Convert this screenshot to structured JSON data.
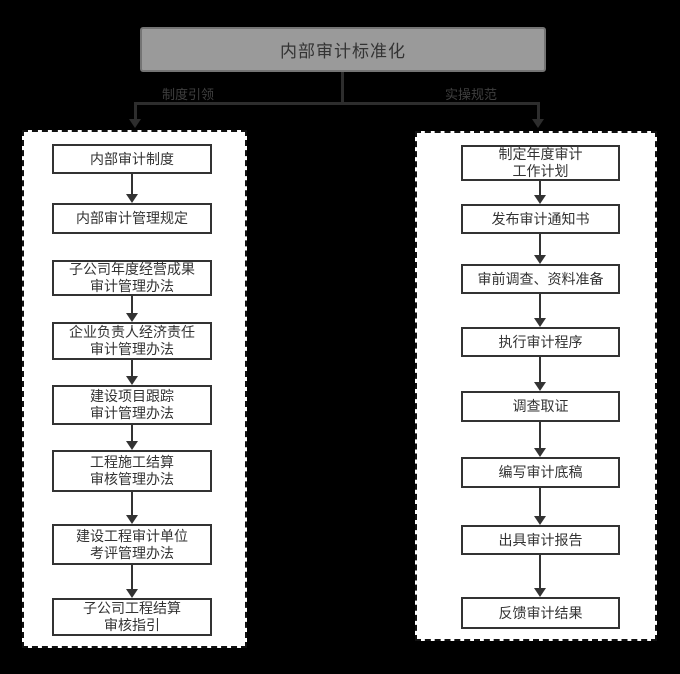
{
  "title": {
    "label": "内部审计标准化"
  },
  "branches": {
    "left_label": "制度引领",
    "right_label": "实操规范"
  },
  "left_column": {
    "boxes": [
      "内部审计制度",
      "内部审计管理规定",
      "子公司年度经营成果\n审计管理办法",
      "企业负责人经济责任\n审计管理办法",
      "建设项目跟踪\n审计管理办法",
      "工程施工结算\n审核管理办法",
      "建设工程审计单位\n考评管理办法",
      "子公司工程结算\n审核指引"
    ]
  },
  "right_column": {
    "boxes": [
      "制定年度审计\n工作计划",
      "发布审计通知书",
      "审前调查、资料准备",
      "执行审计程序",
      "调查取证",
      "编写审计底稿",
      "出具审计报告",
      "反馈审计结果"
    ]
  },
  "colors": {
    "background": "#000000",
    "header_fill": "#9a9a9a",
    "header_border": "#747474",
    "node_fill": "#ffffff",
    "node_border": "#333333",
    "connector_on_black": "#2d2d2d",
    "text": "#333333"
  }
}
